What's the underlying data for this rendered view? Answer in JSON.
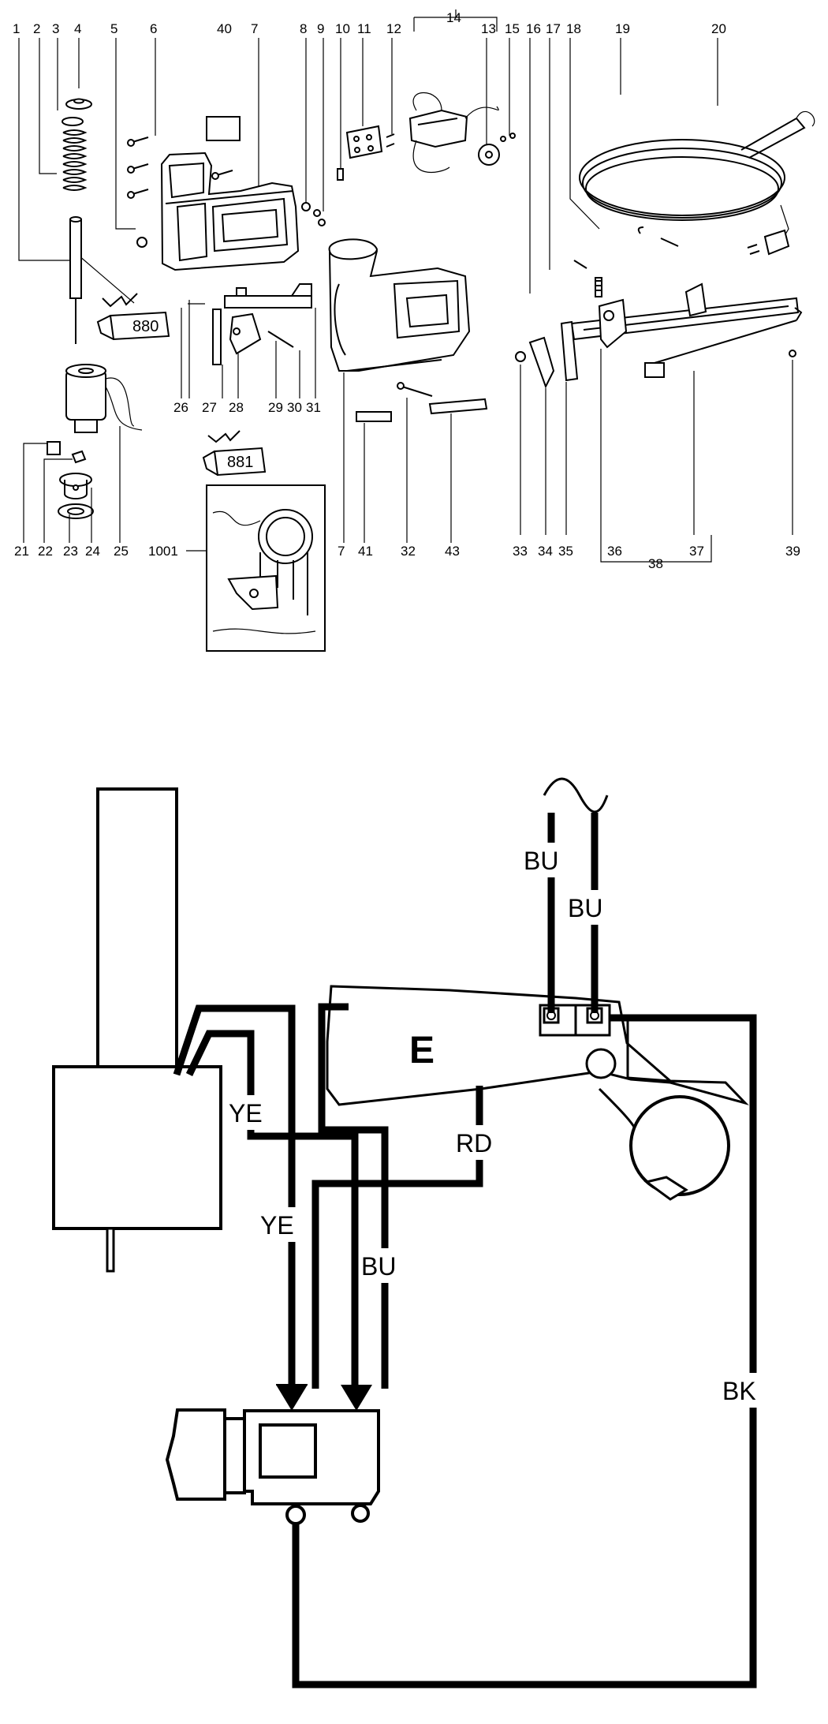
{
  "exploded_view": {
    "part_numbers_top": [
      "1",
      "2",
      "3",
      "4",
      "5",
      "6",
      "40",
      "7",
      "8",
      "9",
      "10",
      "11",
      "12",
      "14",
      "13",
      "15",
      "16",
      "17",
      "18",
      "19",
      "20"
    ],
    "part_numbers_bottom": [
      "21",
      "22",
      "23",
      "24",
      "25",
      "26",
      "27",
      "28",
      "29",
      "30",
      "31",
      "7",
      "41",
      "32",
      "43",
      "33",
      "34",
      "35",
      "36",
      "37",
      "38",
      "39",
      "1001"
    ],
    "tube_labels": [
      "880",
      "881"
    ]
  },
  "wiring_diagram": {
    "wire_labels": [
      "BU",
      "BU",
      "YE",
      "YE",
      "RD",
      "BU",
      "BK"
    ],
    "switch_label": "E"
  }
}
